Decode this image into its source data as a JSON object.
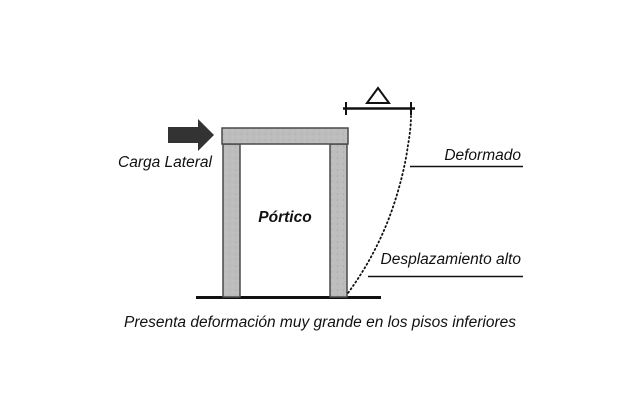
{
  "labels": {
    "load": "Carga Lateral",
    "frame": "Pórtico",
    "deformed": "Deformado",
    "displacement": "Desplazamiento alto",
    "caption": "Presenta deformación muy grande en los pisos inferiores"
  },
  "colors": {
    "concrete": "#b9b9b9",
    "concrete_edge": "#4a4a4a",
    "arrow": "#333333",
    "line": "#111111"
  },
  "icons": {
    "load_arrow": "right-arrow-icon",
    "reference_mark": "triangle-icon"
  }
}
